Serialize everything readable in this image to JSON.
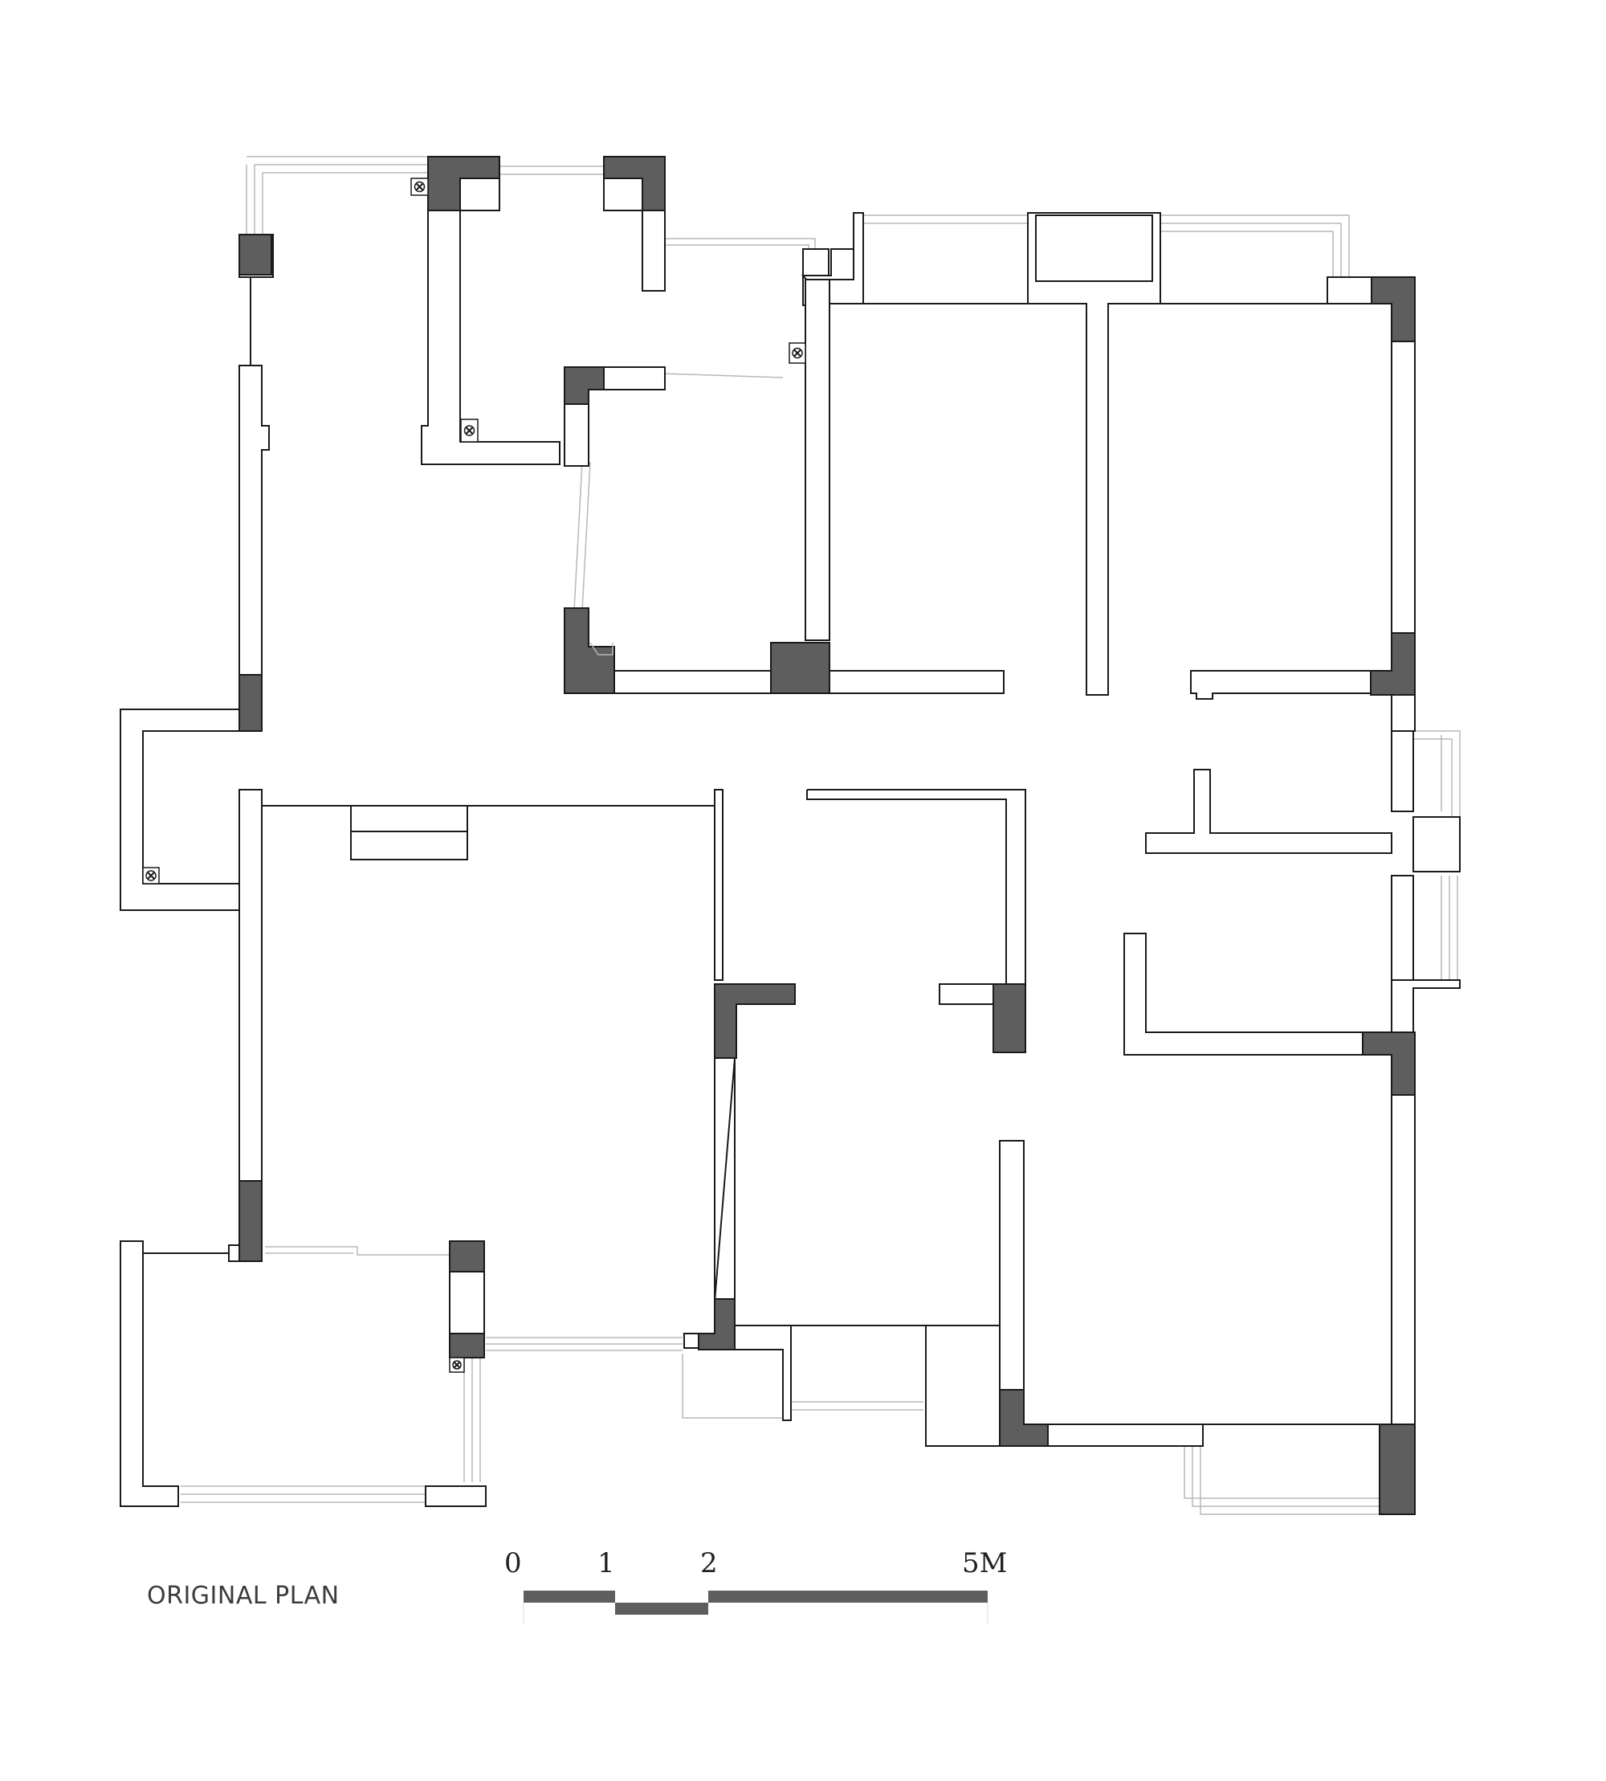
{
  "title": "ORIGINAL PLAN",
  "scale_bar": {
    "labels": [
      "0",
      "1",
      "2",
      "5M"
    ],
    "color": "#5e5e5e"
  },
  "colors": {
    "wall_outline": "#1a1a1a",
    "column_fill": "#5e5e5e",
    "window_line": "#b8b8b8",
    "background": "#ffffff"
  }
}
